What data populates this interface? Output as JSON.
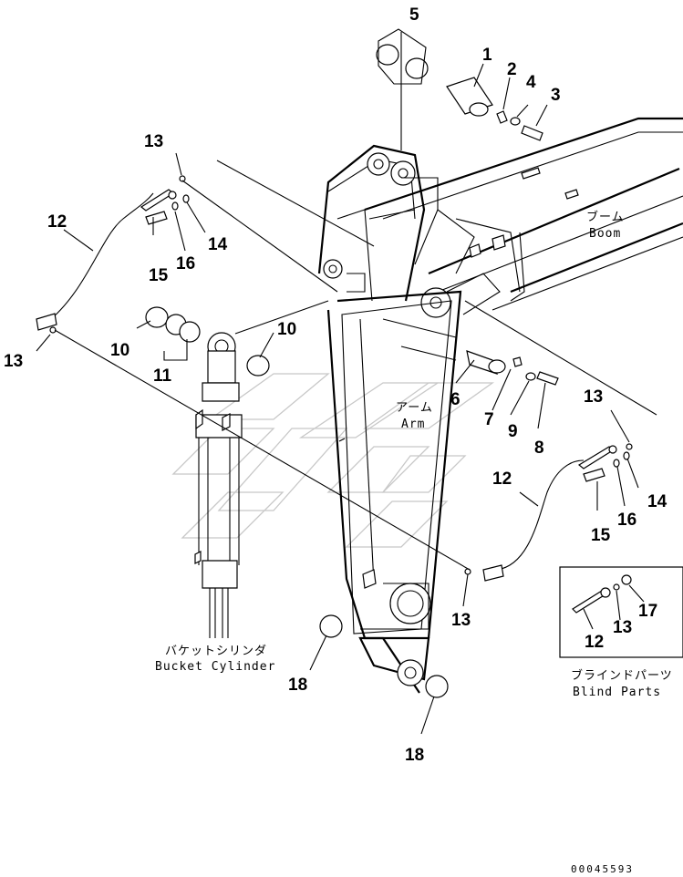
{
  "labels": {
    "boom_jp": "ブーム",
    "boom_en": "Boom",
    "arm_jp": "アーム",
    "arm_en": "Arm",
    "bucket_cylinder_jp": "バケットシリンダ",
    "bucket_cylinder_en": "Bucket Cylinder",
    "blind_parts_jp": "ブラインドパーツ",
    "blind_parts_en": "Blind Parts"
  },
  "callouts": {
    "c1": "1",
    "c2": "2",
    "c3": "3",
    "c4": "4",
    "c5": "5",
    "c6": "6",
    "c7": "7",
    "c8": "8",
    "c9": "9",
    "c10a": "10",
    "c10b": "10",
    "c11": "11",
    "c12a": "12",
    "c12b": "12",
    "c12c": "12",
    "c13a": "13",
    "c13b": "13",
    "c13c": "13",
    "c13d": "13",
    "c13e": "13",
    "c14a": "14",
    "c14b": "14",
    "c15a": "15",
    "c15b": "15",
    "c16a": "16",
    "c16b": "16",
    "c17": "17",
    "c18a": "18",
    "c18b": "18"
  },
  "doc_number": "00045593"
}
